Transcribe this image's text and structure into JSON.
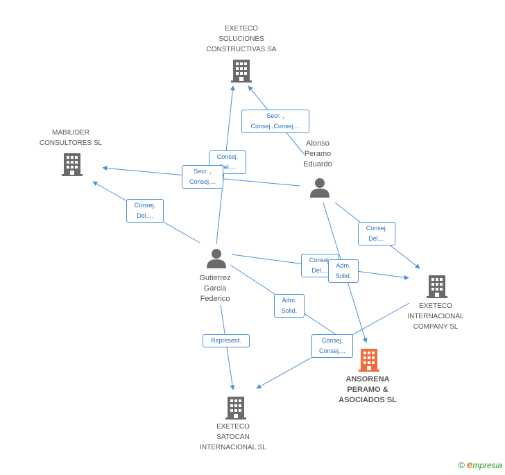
{
  "colors": {
    "edge": "#4a90d9",
    "company_icon": "#6b6b6b",
    "main_company_icon": "#f26b3a",
    "person_icon": "#6b6b6b",
    "footer_green": "#2f9a2f",
    "footer_orange": "#e97b1c"
  },
  "companies": {
    "exeteco_soluciones": {
      "lines": [
        "EXETECO",
        "SOLUCIONES",
        "CONSTRUCTIVAS SA"
      ],
      "icon": "building-icon"
    },
    "mabilider": {
      "lines": [
        "MABILIDER",
        "CONSULTORES SL"
      ],
      "icon": "building-icon"
    },
    "exeteco_internacional": {
      "lines": [
        "EXETECO",
        "INTERNACIONAL",
        "COMPANY SL"
      ],
      "icon": "building-icon"
    },
    "ansorena": {
      "lines": [
        "ANSORENA",
        "PERAMO &",
        "ASOCIADOS SL"
      ],
      "icon": "building-icon"
    },
    "exeteco_satocan": {
      "lines": [
        "EXETECO",
        "SATOCAN",
        "INTERNACIONAL SL"
      ],
      "icon": "building-icon"
    }
  },
  "persons": {
    "alonso": {
      "lines": [
        "Alonso",
        "Peramo",
        "Eduardo"
      ],
      "icon": "person-icon"
    },
    "gutierrez": {
      "lines": [
        "Gutierrez",
        "Garcia",
        "Federico"
      ],
      "icon": "person-icon"
    }
  },
  "relations": {
    "r1": {
      "lines": [
        "Secr. ,",
        "Consej.,Consej...."
      ]
    },
    "r2": {
      "lines": [
        "Consej.",
        "Del...."
      ]
    },
    "r3": {
      "lines": [
        "Secr. ,",
        "Consej...."
      ]
    },
    "r4": {
      "lines": [
        "Consej.",
        "Del...."
      ]
    },
    "r5": {
      "lines": [
        "Consej.",
        "Del...."
      ]
    },
    "r6": {
      "lines": [
        "Consej.",
        "Del...."
      ]
    },
    "r7": {
      "lines": [
        "Adm.",
        "Solid."
      ]
    },
    "r8": {
      "lines": [
        "Adm.",
        "Solid."
      ]
    },
    "r9": {
      "lines": [
        "Represent."
      ]
    },
    "r10": {
      "lines": [
        "Consej.",
        "Consej...."
      ]
    }
  },
  "footer": {
    "copyright": "©",
    "brand_first": "e",
    "brand_rest": "mpresia"
  }
}
